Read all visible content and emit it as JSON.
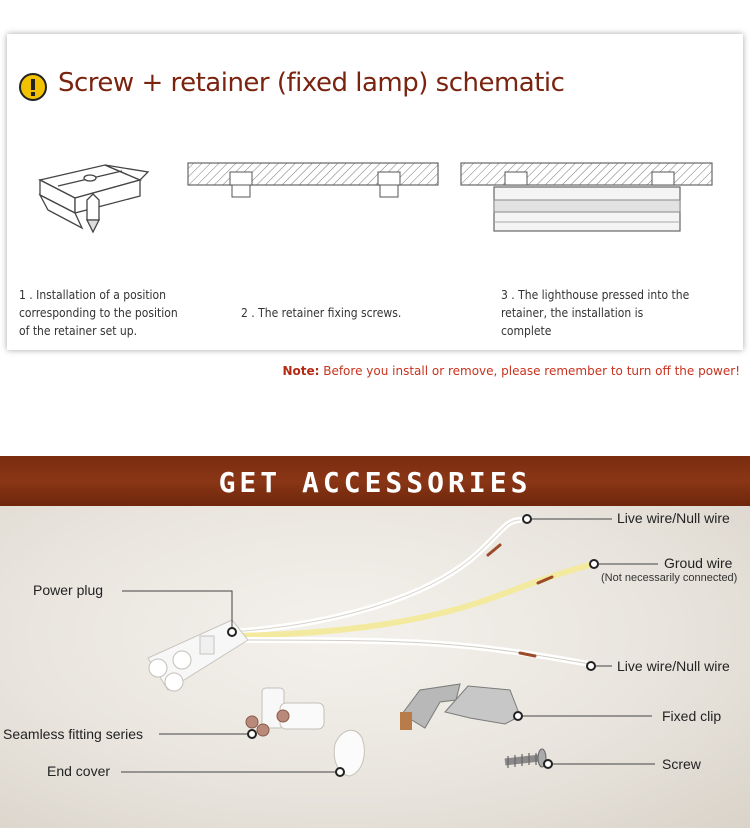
{
  "schematic": {
    "title": "Screw + retainer (fixed lamp) schematic",
    "steps": [
      "1 . Installation of a position corresponding to the position of the retainer set up.",
      "2 . The retainer fixing screws.",
      "3 . The lighthouse pressed into the retainer, the installation is complete"
    ],
    "note_label": "Note:",
    "note_text": " Before you install or remove, please remember to turn off the power!"
  },
  "accessories": {
    "banner": "GET ACCESSORIES",
    "labels": {
      "live_wire_top": "Live wire/Null wire",
      "ground_wire": "Groud wire",
      "ground_note": "(Not necessarily connected)",
      "power_plug": "Power plug",
      "live_wire_bottom": "Live wire/Null wire",
      "fixed_clip": "Fixed clip",
      "seamless": "Seamless fitting series",
      "screw": "Screw",
      "end_cover": "End cover"
    }
  },
  "colors": {
    "title": "#7a2410",
    "note": "#c8321e",
    "banner": "#7a2c10",
    "warning": "#f2c200"
  }
}
